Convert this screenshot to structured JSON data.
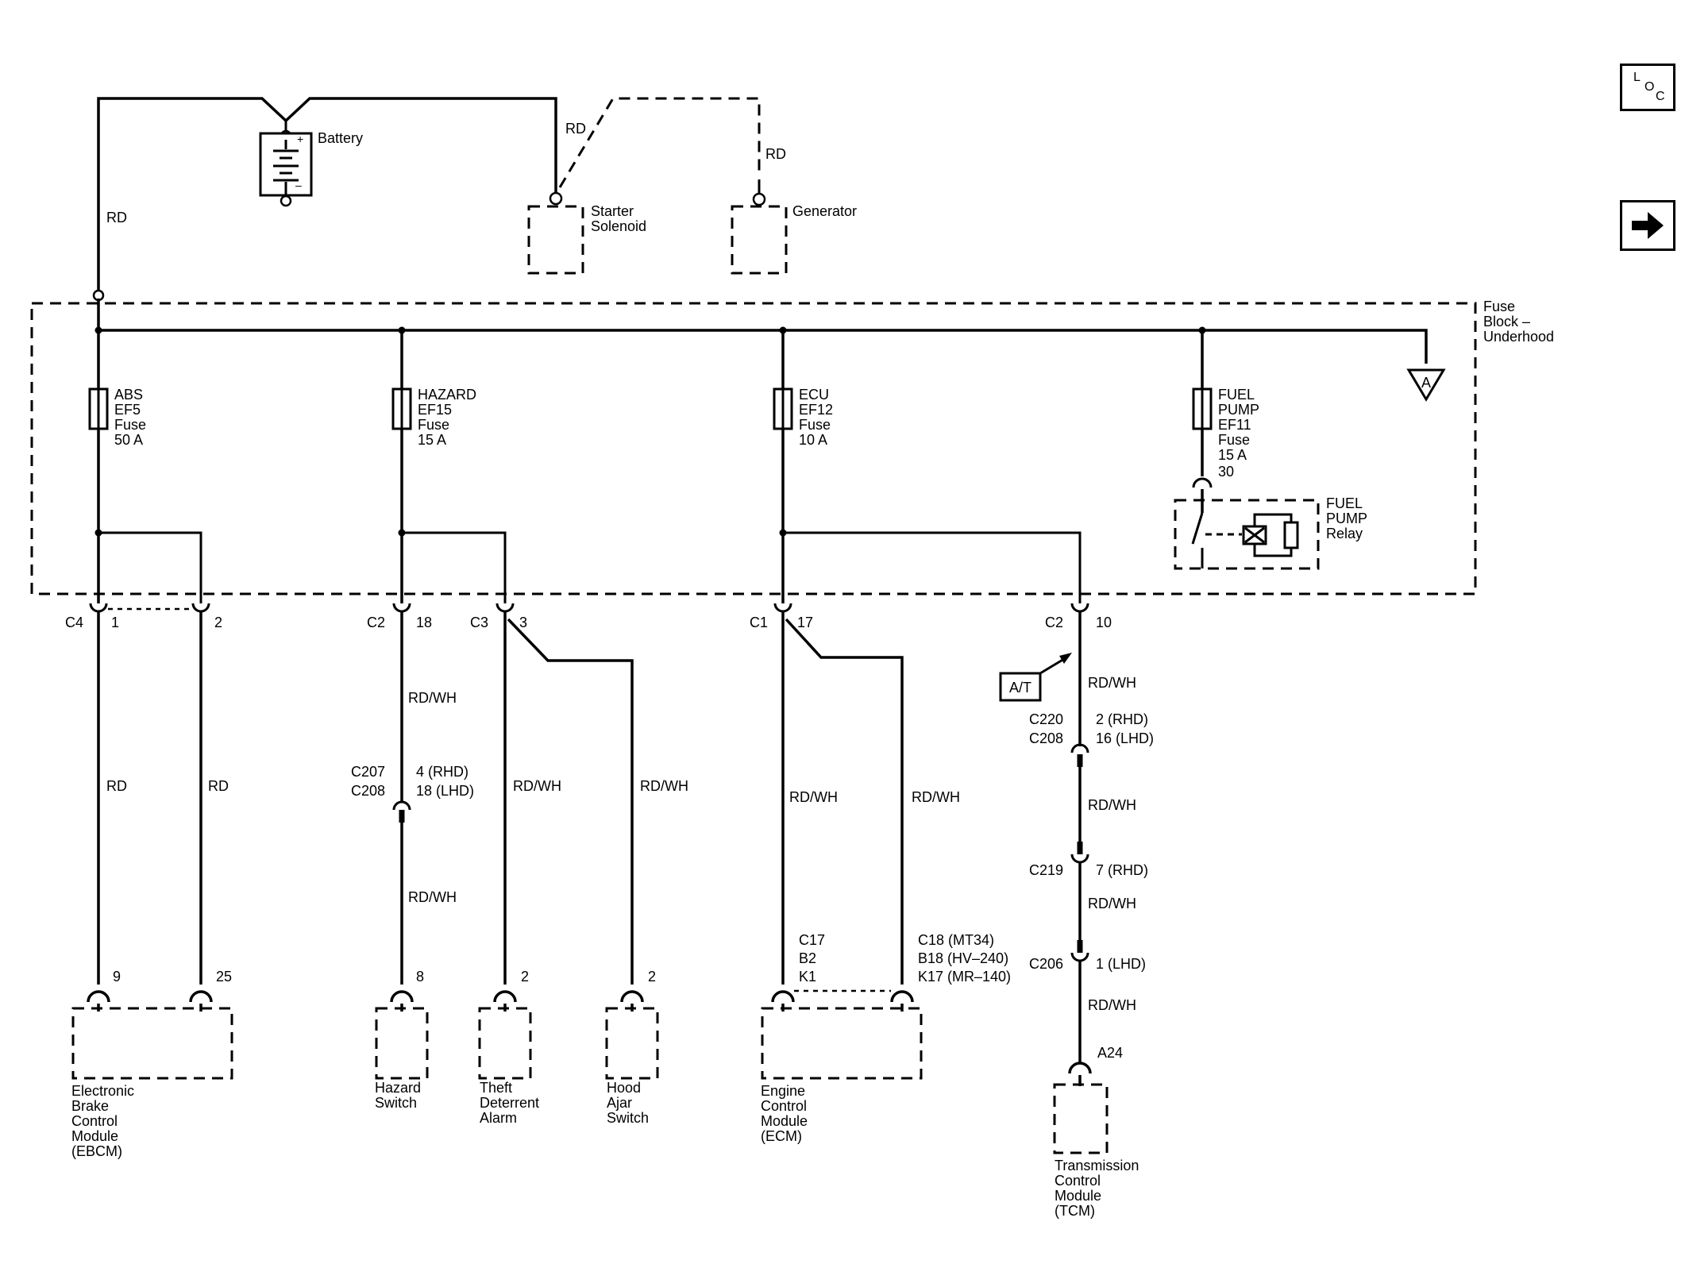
{
  "wire_colors": {
    "rd": "RD",
    "rdwh": "RD/WH"
  },
  "power": {
    "battery": "Battery",
    "starter": [
      "Starter",
      "Solenoid"
    ],
    "generator": "Generator"
  },
  "fuse_block": [
    "Fuse",
    "Block –",
    "Underhood"
  ],
  "ground_ref": "A",
  "fuses": {
    "abs": [
      "ABS",
      "EF5",
      "Fuse",
      "50 A"
    ],
    "hazard": [
      "HAZARD",
      "EF15",
      "Fuse",
      "15 A"
    ],
    "ecu": [
      "ECU",
      "EF12",
      "Fuse",
      "10 A"
    ],
    "fuel": [
      "FUEL",
      "PUMP",
      "EF11",
      "Fuse",
      "15 A",
      "30"
    ]
  },
  "relay": [
    "FUEL",
    "PUMP",
    "Relay"
  ],
  "connectors": {
    "c4": "C4",
    "c4_p1": "1",
    "c4_p2": "2",
    "c2a": "C2",
    "c2a_pin": "18",
    "c3": "C3",
    "c3_pin": "3",
    "c1": "C1",
    "c1_pin": "17",
    "c2b": "C2",
    "c2b_pin": "10",
    "c207": "C207",
    "c208a": "C208",
    "c207_rhd": "4 (RHD)",
    "c208a_lhd": "18 (LHD)",
    "c220": "C220",
    "c208b": "C208",
    "c220_rhd": "2 (RHD)",
    "c208b_lhd": "16 (LHD)",
    "c219": "C219",
    "c219_rhd": "7 (RHD)",
    "c206": "C206",
    "c206_lhd": "1 (LHD)",
    "at": "A/T"
  },
  "module_pins": {
    "ebcm_a": "9",
    "ebcm_b": "25",
    "hazard": "8",
    "theft": "2",
    "hood": "2",
    "ecm_a": [
      "C17",
      "B2",
      "K1"
    ],
    "ecm_b": [
      "C18 (MT34)",
      "B18 (HV–240)",
      "K17 (MR–140)"
    ],
    "tcm": "A24"
  },
  "modules": {
    "ebcm": [
      "Electronic",
      "Brake",
      "Control",
      "Module",
      "(EBCM)"
    ],
    "hazard_switch": [
      "Hazard",
      "Switch"
    ],
    "theft": [
      "Theft",
      "Deterrent",
      "Alarm"
    ],
    "hood": [
      "Hood",
      "Ajar",
      "Switch"
    ],
    "ecm": [
      "Engine",
      "Control",
      "Module",
      "(ECM)"
    ],
    "tcm": [
      "Transmission",
      "Control",
      "Module",
      "(TCM)"
    ]
  },
  "side": {
    "loc": [
      "L",
      "O",
      "C"
    ]
  }
}
